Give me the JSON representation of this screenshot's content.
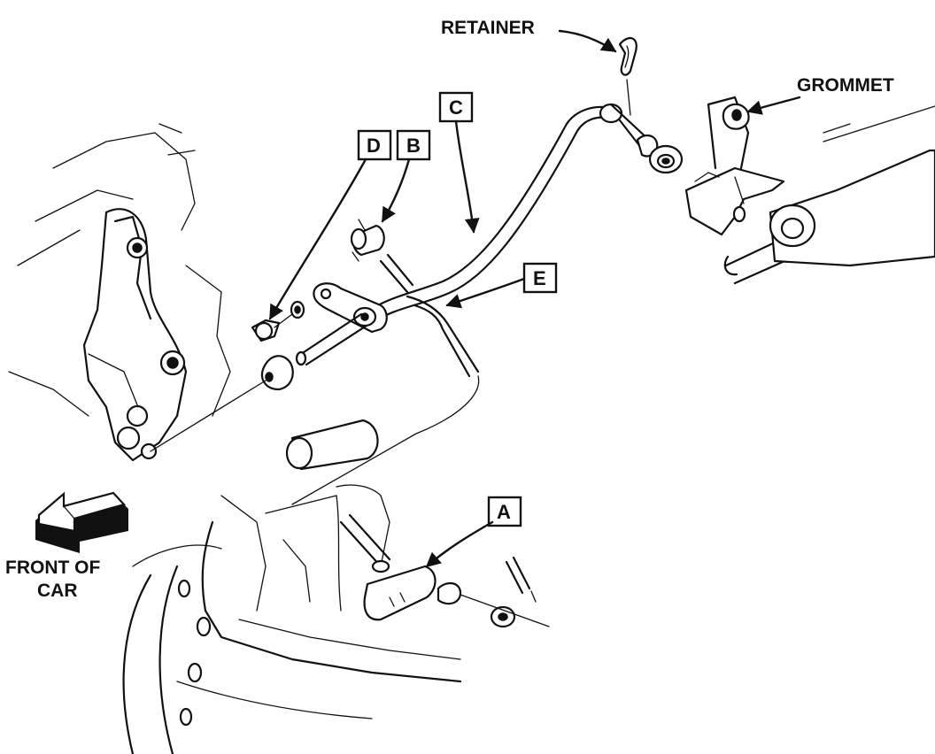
{
  "diagram": {
    "callouts": {
      "retainer": "RETAINER",
      "grommet": "GROMMET",
      "front_line1": "FRONT OF",
      "front_line2": "CAR"
    },
    "part_labels": {
      "a": "A",
      "b": "B",
      "c": "C",
      "d": "D",
      "e": "E"
    }
  }
}
